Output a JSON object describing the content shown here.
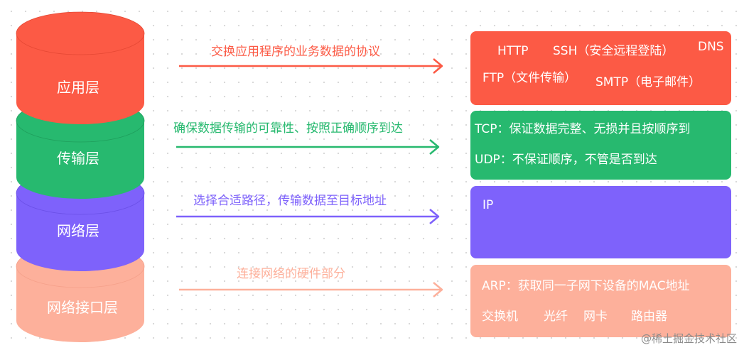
{
  "colors": {
    "application": "#fc5a45",
    "transport": "#27b96f",
    "network": "#7e62fb",
    "link": "#fdb09b",
    "application_dark": "#e54834",
    "transport_dark": "#1f9e5c",
    "network_dark": "#6a4fe6",
    "link_dark": "#f5a08a"
  },
  "layers": [
    {
      "id": "application",
      "name": "应用层"
    },
    {
      "id": "transport",
      "name": "传输层"
    },
    {
      "id": "network",
      "name": "网络层"
    },
    {
      "id": "link",
      "name": "网络接口层"
    }
  ],
  "arrows": [
    {
      "id": "application",
      "label": "交换应用程序的业务数据的协议"
    },
    {
      "id": "transport",
      "label": "确保数据传输的可靠性、按照正确顺序到达"
    },
    {
      "id": "network",
      "label": "选择合适路径，传输数据至目标地址"
    },
    {
      "id": "link",
      "label": "连接网络的硬件部分"
    }
  ],
  "boxes": {
    "application": {
      "http": "HTTP",
      "ssh": "SSH（安全远程登陆）",
      "dns": "DNS",
      "ftp": "FTP（文件传输）",
      "smtp": "SMTP（电子邮件）"
    },
    "transport": {
      "tcp": "TCP：保证数据完整、无损并且按顺序到",
      "udp": "UDP：不保证顺序，不管是否到达"
    },
    "network": {
      "ip": "IP"
    },
    "link": {
      "arp": "ARP：获取同一子网下设备的MAC地址",
      "switch": "交换机",
      "fiber": "光纤",
      "nic": "网卡",
      "router": "路由器"
    }
  },
  "watermark": "@稀土掘金技术社区"
}
